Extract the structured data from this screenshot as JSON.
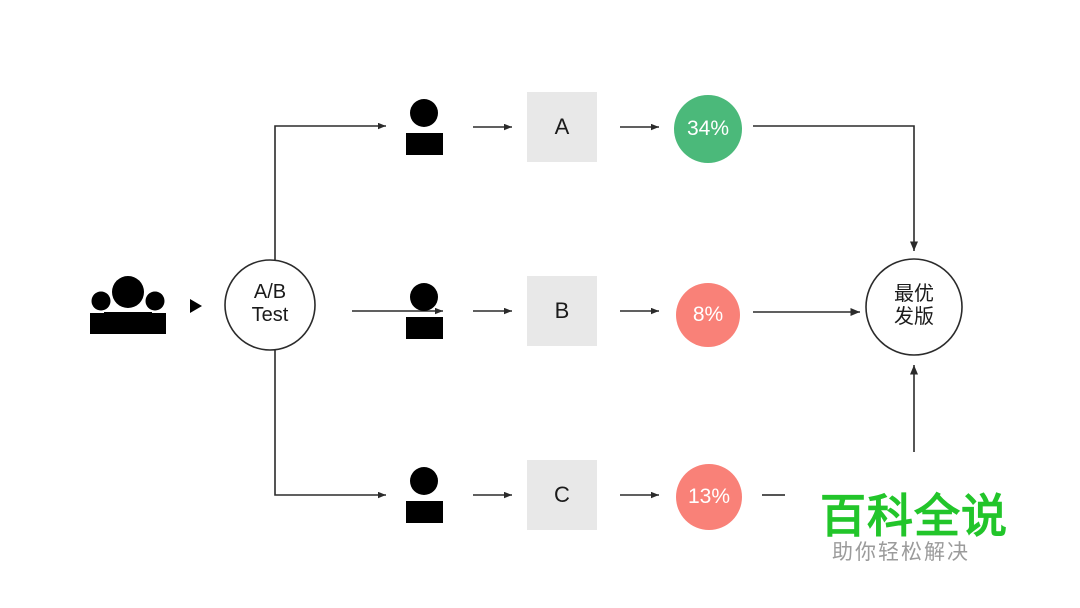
{
  "diagram": {
    "title": "A/B Test flow diagram",
    "source_icon": "group-people-icon",
    "start_node": {
      "label_line1": "A/B",
      "label_line2": "Test",
      "shape": "circle"
    },
    "end_node": {
      "label_line1": "最优",
      "label_line2": "发版",
      "shape": "circle"
    },
    "branches": [
      {
        "user_icon": "person-icon",
        "variant": "A",
        "percent": "34%",
        "circle_color": "#4bb97a",
        "box_color": "#e8e8e8"
      },
      {
        "user_icon": "person-icon",
        "variant": "B",
        "percent": "8%",
        "circle_color": "#f98178",
        "box_color": "#e8e8e8"
      },
      {
        "user_icon": "person-icon",
        "variant": "C",
        "percent": "13%",
        "circle_color": "#f98178",
        "box_color": "#e8e8e8"
      }
    ],
    "colors": {
      "line": "#2b2b2b",
      "box_fill": "#e8e8e8",
      "green": "#4bb97a",
      "salmon": "#f98178",
      "icon": "#000000",
      "background": "#ffffff"
    }
  },
  "watermark": {
    "main_text": "百科全说",
    "sub_text": "助你轻松解决",
    "main_color": "#22c52a",
    "sub_color": "#9b9b9b"
  }
}
